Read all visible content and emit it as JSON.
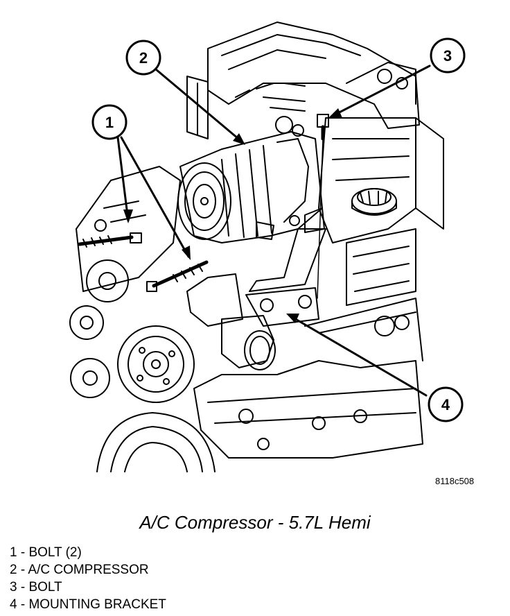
{
  "figure": {
    "code": "8118c508",
    "caption": "A/C Compressor - 5.7L Hemi",
    "callouts": [
      "1",
      "2",
      "3",
      "4"
    ]
  },
  "legend": {
    "items": [
      "1 - BOLT (2)",
      "2 - A/C COMPRESSOR",
      "3 - BOLT",
      "4 - MOUNTING BRACKET"
    ]
  }
}
